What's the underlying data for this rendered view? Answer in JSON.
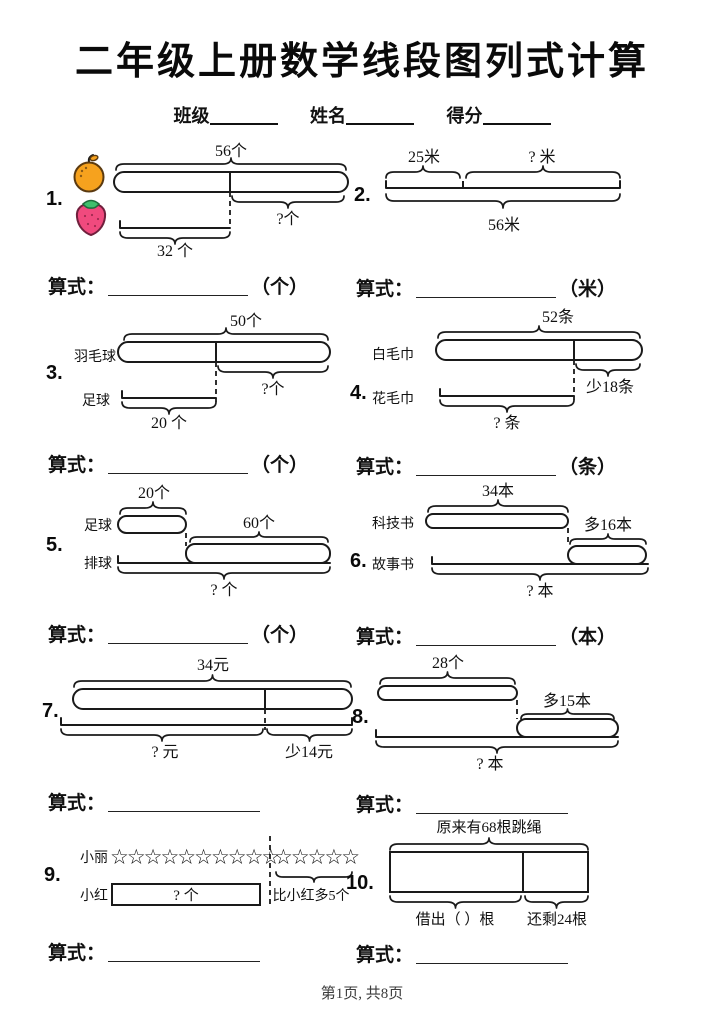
{
  "page": {
    "title": "二年级上册数学线段图列式计算",
    "footer": "第1页, 共8页"
  },
  "header": {
    "class_label": "班级",
    "name_label": "姓名",
    "score_label": "得分"
  },
  "equation_label": "算式：",
  "units": {
    "e1": "（个）",
    "e2": "（米）",
    "e3": "（个）",
    "e4": "（条）",
    "e5": "（个）",
    "e6": "（本）"
  },
  "problems": {
    "p1": {
      "num": "1.",
      "brace_top": "56个",
      "brace_right": "?个",
      "brace_bottom": "32 个"
    },
    "p2": {
      "num": "2.",
      "label_left": "25米",
      "label_right": "? 米",
      "brace_bottom": "56米"
    },
    "p3": {
      "num": "3.",
      "row1": "羽毛球",
      "row2": "足球",
      "brace_top": "50个",
      "brace_right": "?个",
      "brace_bottom": "20 个"
    },
    "p4": {
      "num": "4.",
      "row1": "白毛巾",
      "row2": "花毛巾",
      "brace_top": "52条",
      "brace_right": "少18条",
      "brace_bottom": "? 条"
    },
    "p5": {
      "num": "5.",
      "row1": "足球",
      "row2": "排球",
      "brace_small": "20个",
      "brace_right": "60个",
      "brace_bottom": "? 个"
    },
    "p6": {
      "num": "6.",
      "row1": "科技书",
      "row2": "故事书",
      "brace_top": "34本",
      "brace_right": "多16本",
      "brace_bottom": "? 本"
    },
    "p7": {
      "num": "7.",
      "brace_top": "34元",
      "brace_left": "? 元",
      "brace_right": "少14元"
    },
    "p8": {
      "num": "8.",
      "brace_top": "28个",
      "brace_right": "多15本",
      "brace_bottom": "? 本"
    },
    "p9": {
      "num": "9.",
      "row1": "小丽",
      "row2": "小红",
      "stars_left": "☆☆☆☆☆☆☆☆☆☆",
      "stars_right": "☆☆☆☆☆",
      "box_label": "? 个",
      "brace_right": "比小红多5个"
    },
    "p10": {
      "num": "10.",
      "brace_top": "原来有68根跳绳",
      "label_left": "借出（ ）根",
      "label_right": "还剩24根"
    }
  },
  "colors": {
    "ink": "#1a1a1a",
    "orange": "#F6A21E",
    "strawberry": "#F04A7E",
    "leaf_green": "#3FBF6C"
  }
}
